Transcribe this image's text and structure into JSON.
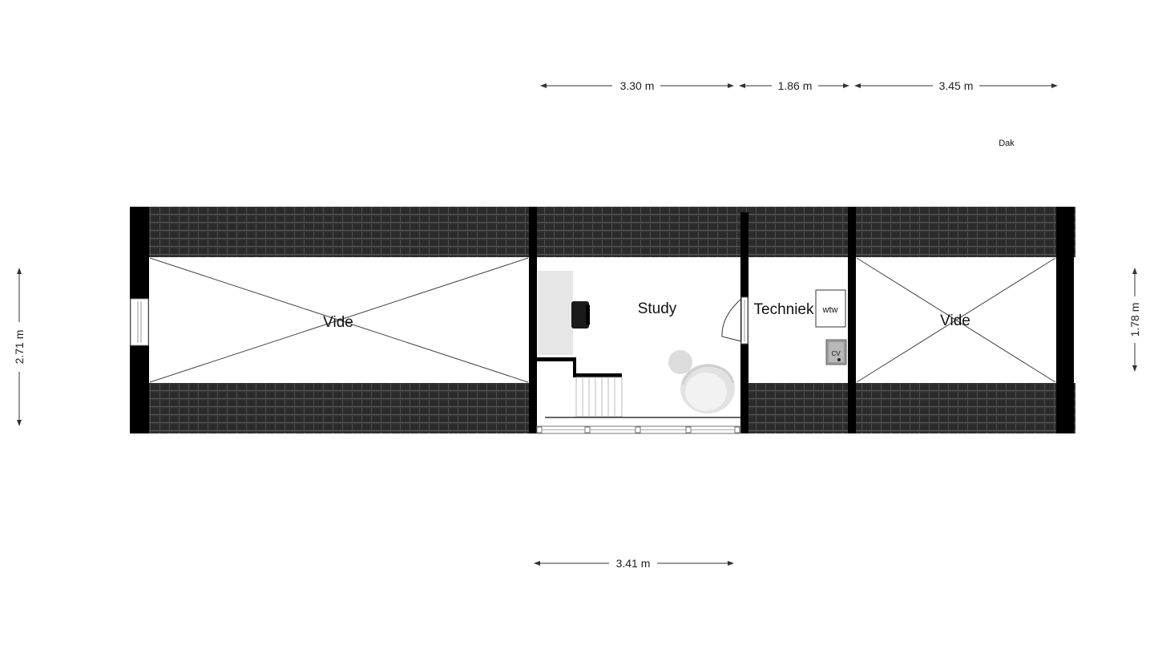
{
  "floor_label": "Dak",
  "dimensions": {
    "top_left": "3.30 m",
    "top_middle": "1.86 m",
    "top_right": "3.45 m",
    "bottom": "3.41 m",
    "left": "2.71 m",
    "right": "1.78 m"
  },
  "rooms": {
    "vide_left": "Vide",
    "study": "Study",
    "techniek": "Techniek",
    "vide_right": "Vide"
  },
  "fixtures": {
    "wtw": "wtw",
    "cv": "CV"
  },
  "colors": {
    "roof_tile": "#2b2b2b",
    "roof_tile_line": "#555555",
    "wall": "#000000",
    "furniture": "#e6e6e6"
  }
}
